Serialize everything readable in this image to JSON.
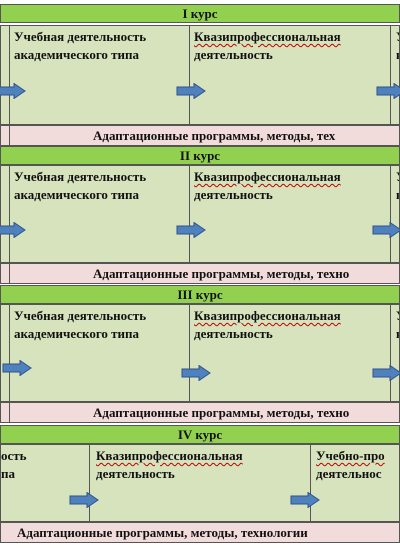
{
  "blocks": [
    {
      "header": "I курс",
      "cells": [
        {
          "lines": [
            "Учебная деятельность",
            "академического типа"
          ]
        },
        {
          "lines": [
            "Квазипрофессиональная",
            "деятельность"
          ]
        },
        {
          "lines": [
            "У",
            "к"
          ]
        }
      ],
      "footer": "Адаптационные программы, методы, тех"
    },
    {
      "header": "II курс",
      "cells": [
        {
          "lines": [
            "Учебная деятельность",
            "академического типа"
          ]
        },
        {
          "lines": [
            "Квазипрофессиональная",
            "деятельность"
          ]
        },
        {
          "lines": [
            "У",
            "к"
          ]
        }
      ],
      "footer": "Адаптационные программы, методы, техно"
    },
    {
      "header": "III курс",
      "cells": [
        {
          "lines": [
            "Учебная деятельность",
            "академического типа"
          ]
        },
        {
          "lines": [
            "Квазипрофессиональная",
            "деятельность"
          ]
        },
        {
          "lines": [
            "У",
            "к"
          ]
        }
      ],
      "footer": "Адаптационные программы, методы, техно"
    },
    {
      "header": "IV курс",
      "cells": [
        {
          "lines": [
            "ость",
            "па"
          ]
        },
        {
          "lines": [
            "Квазипрофессиональная",
            "деятельность"
          ]
        },
        {
          "lines": [
            "Учебно-про",
            "деятельнос"
          ]
        }
      ],
      "footer": "Адаптационные программы, методы, технологии"
    }
  ],
  "colors": {
    "header_fill": "#92d050",
    "body_fill": "#d6e3bc",
    "footer_fill": "#f2dcdb",
    "arrow_fill": "#4f81bd",
    "arrow_stroke": "#2f528f"
  }
}
